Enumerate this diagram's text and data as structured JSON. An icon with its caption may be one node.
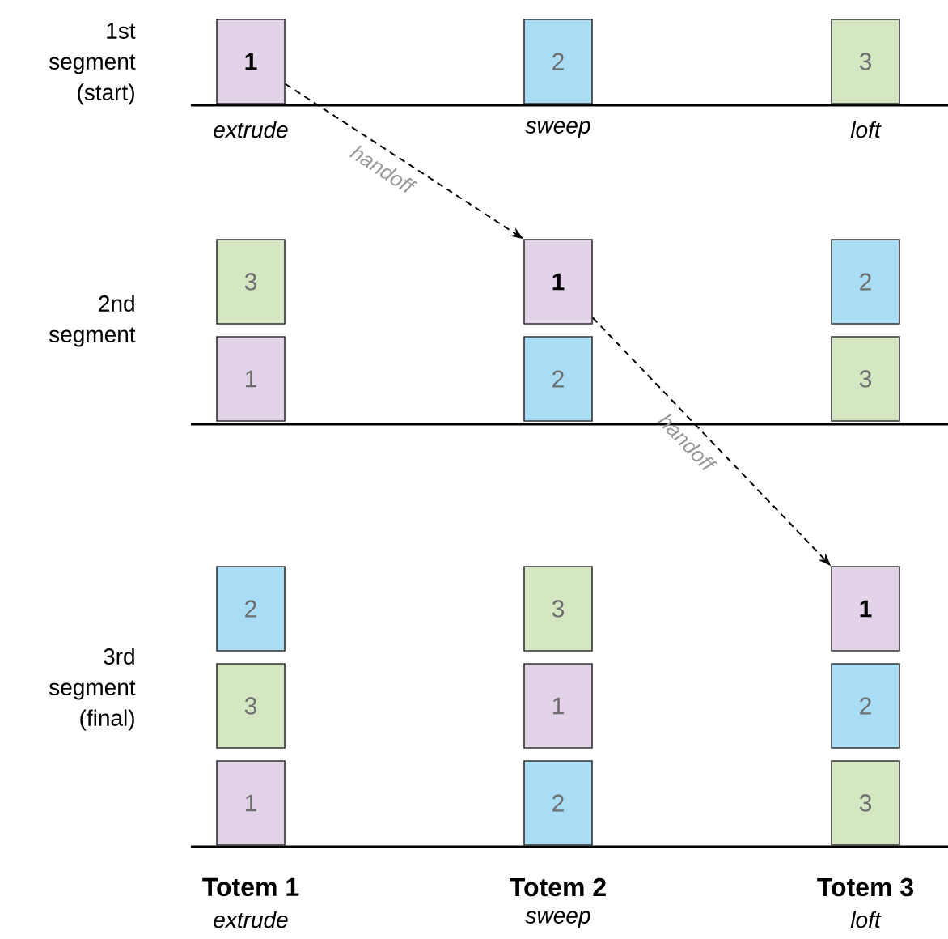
{
  "diagram": {
    "nodes": [
      {
        "text": [
          "1"
        ]
      },
      {
        "text": [
          "2"
        ]
      },
      {
        "text": [
          "3"
        ]
      },
      {
        "text": [
          "3"
        ]
      },
      {
        "text": [
          "1"
        ]
      },
      {
        "text": [
          "2"
        ]
      },
      {
        "text": [
          "1"
        ]
      },
      {
        "text": [
          "2"
        ]
      },
      {
        "text": [
          "3"
        ]
      },
      {
        "text": [
          "2"
        ]
      },
      {
        "text": [
          "3"
        ]
      },
      {
        "text": [
          "1"
        ]
      },
      {
        "text": [
          "3"
        ]
      },
      {
        "text": [
          "1"
        ]
      },
      {
        "text": [
          "2"
        ]
      },
      {
        "text": [
          "1"
        ]
      },
      {
        "text": [
          "2"
        ]
      },
      {
        "text": [
          "3"
        ]
      }
    ],
    "edges": [
      {
        "from": 0,
        "to": 4,
        "arrow": "to",
        "style": "dashed",
        "label": "handoff"
      },
      {
        "from": 4,
        "to": 11,
        "arrow": "to",
        "style": "dashed",
        "label": "handoff"
      }
    ],
    "labels": [
      "1st segment (start)",
      "extrude",
      "sweep",
      "loft",
      "2nd segment",
      "3rd segment (final)",
      "Totem 1",
      "Totem 2",
      "Totem 3",
      "extrude",
      "sweep",
      "loft"
    ]
  }
}
